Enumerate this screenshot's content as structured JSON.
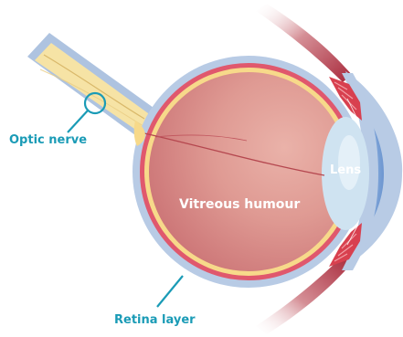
{
  "labels": {
    "optic_nerve": "Optic nerve",
    "retina_layer": "Retina layer",
    "vitreous_humour": "Vitreous humour",
    "lens": "Lens"
  },
  "colors": {
    "callout_teal": "#1a9bb6",
    "sclera": "#b8cbe5",
    "retina": "#f7d98a",
    "choroid": "#e0586d",
    "vitreous": "#db8c87",
    "lens": "#cfe3f1",
    "nerve": "#f6e3a5"
  }
}
